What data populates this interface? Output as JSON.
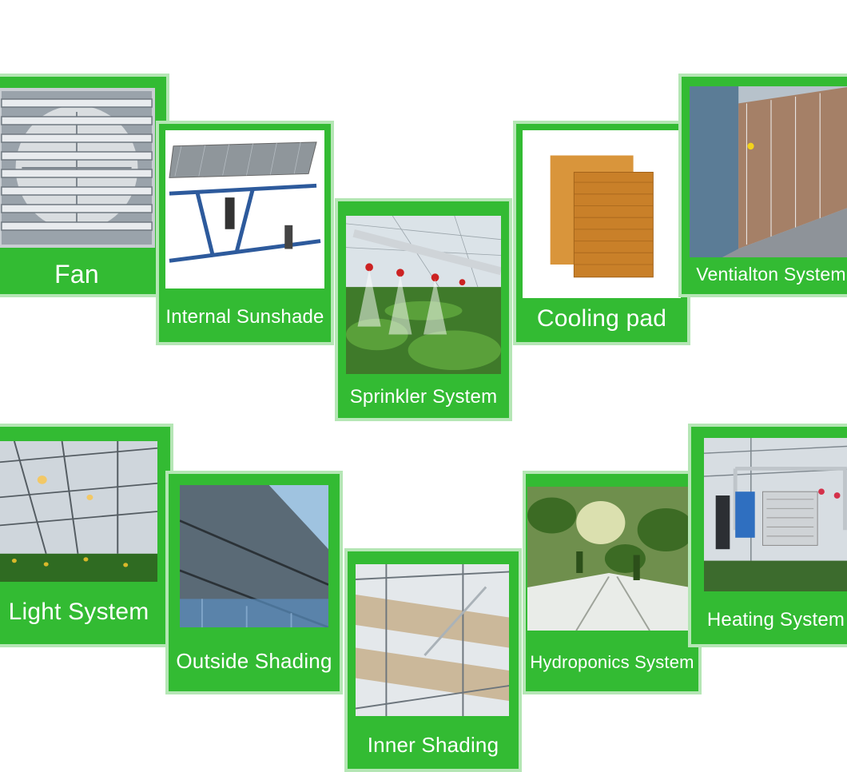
{
  "products": [
    {
      "id": "fan",
      "label": "Fan",
      "icon": "exhaust-fan-photo"
    },
    {
      "id": "internal-sunshade",
      "label": "Internal Sunshade",
      "icon": "internal-sunshade-photo"
    },
    {
      "id": "sprinkler",
      "label": "Sprinkler System",
      "icon": "sprinkler-photo"
    },
    {
      "id": "cooling-pad",
      "label": "Cooling pad",
      "icon": "cooling-pad-photo"
    },
    {
      "id": "ventilation",
      "label": "Ventialton System",
      "icon": "ventilation-photo"
    },
    {
      "id": "light",
      "label": "Light System",
      "icon": "greenhouse-light-photo"
    },
    {
      "id": "outside-shading",
      "label": "Outside Shading",
      "icon": "outside-shading-photo"
    },
    {
      "id": "inner-shading",
      "label": "Inner Shading",
      "icon": "inner-shading-photo"
    },
    {
      "id": "hydroponics",
      "label": "Hydroponics System",
      "icon": "hydroponics-photo"
    },
    {
      "id": "heating",
      "label": "Heating System",
      "icon": "heater-photo"
    }
  ],
  "colors": {
    "card_green": "#33bb33",
    "card_border": "#b5e6b5",
    "label_text": "#ffffff"
  }
}
